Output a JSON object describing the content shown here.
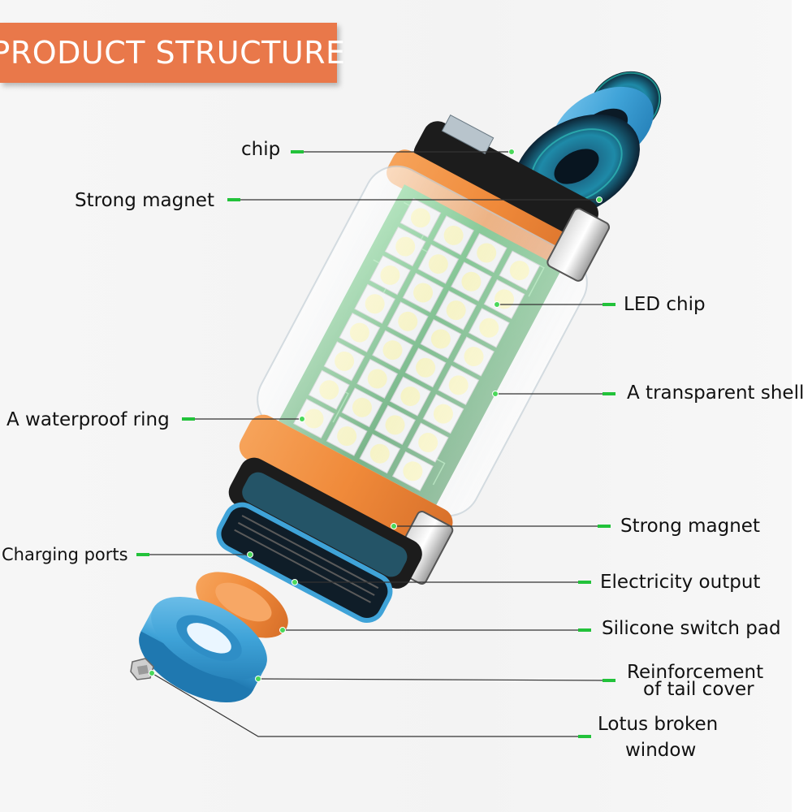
{
  "header": {
    "title": "PRODUCT STRUCTURE"
  },
  "colors": {
    "banner": "#e9784a",
    "accent_orange": "#f08a3a",
    "accent_blue": "#3fa3d8",
    "pcb_green": "#2fa24a",
    "led_yellow": "#fff6a8",
    "leader_green": "#22c23a"
  },
  "labels": {
    "chip": "chip",
    "strong_magnet_top": "Strong magnet",
    "led_chip": "LED chip",
    "transparent_shell": "A transparent shell",
    "waterproof_ring": "A waterproof ring",
    "strong_magnet_bottom": "Strong magnet",
    "charging_ports": "Charging ports",
    "electricity_output": "Electricity output",
    "silicone_switch_pad": "Silicone switch pad",
    "reinforcement_line1": "Reinforcement",
    "reinforcement_line2": "of tail cover",
    "lotus_line1": "Lotus broken",
    "lotus_line2": "window"
  },
  "icons": [
    "lamp-body-illustration",
    "led-grid",
    "magnet-plate",
    "end-cap",
    "switch-pad",
    "tail-cover-ring",
    "window-breaker-tip"
  ]
}
